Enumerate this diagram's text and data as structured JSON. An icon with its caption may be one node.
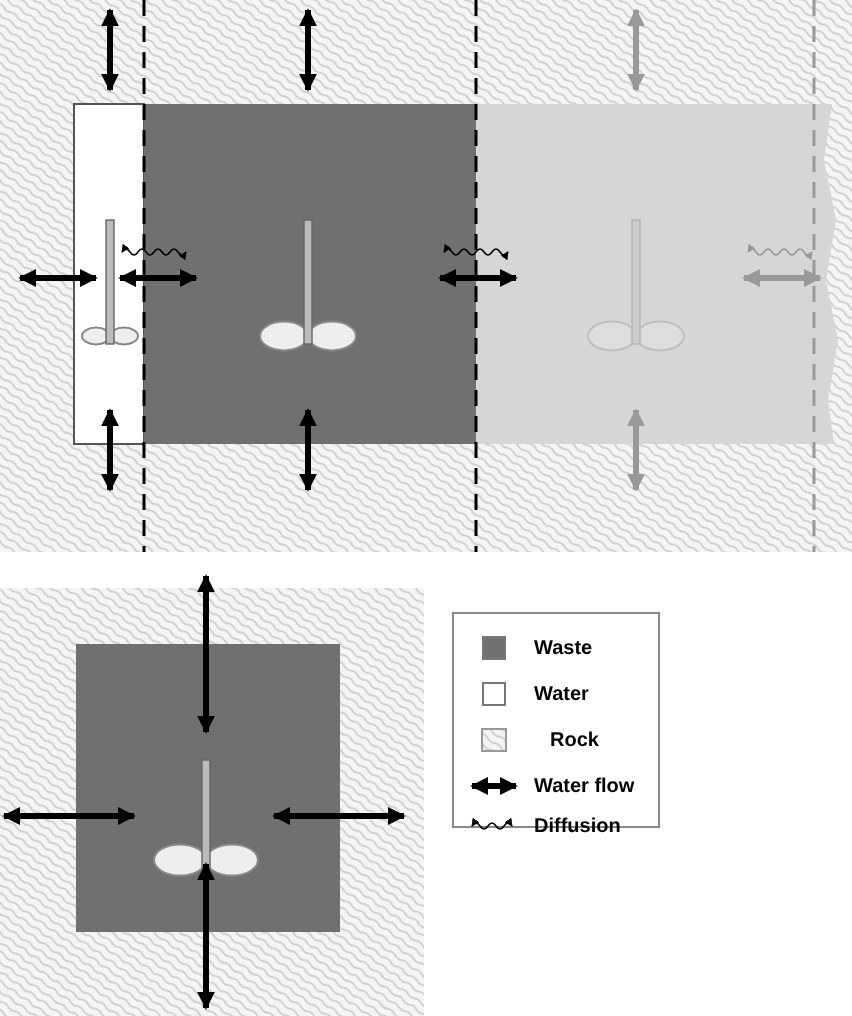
{
  "diagram": {
    "legend": [
      {
        "text": "Waste",
        "color": "#707070"
      },
      {
        "text": "Water",
        "color": "#ffffff"
      },
      {
        "text": "Rock"
      },
      {
        "text": "Water flow"
      },
      {
        "text": "Diffusion"
      }
    ]
  }
}
